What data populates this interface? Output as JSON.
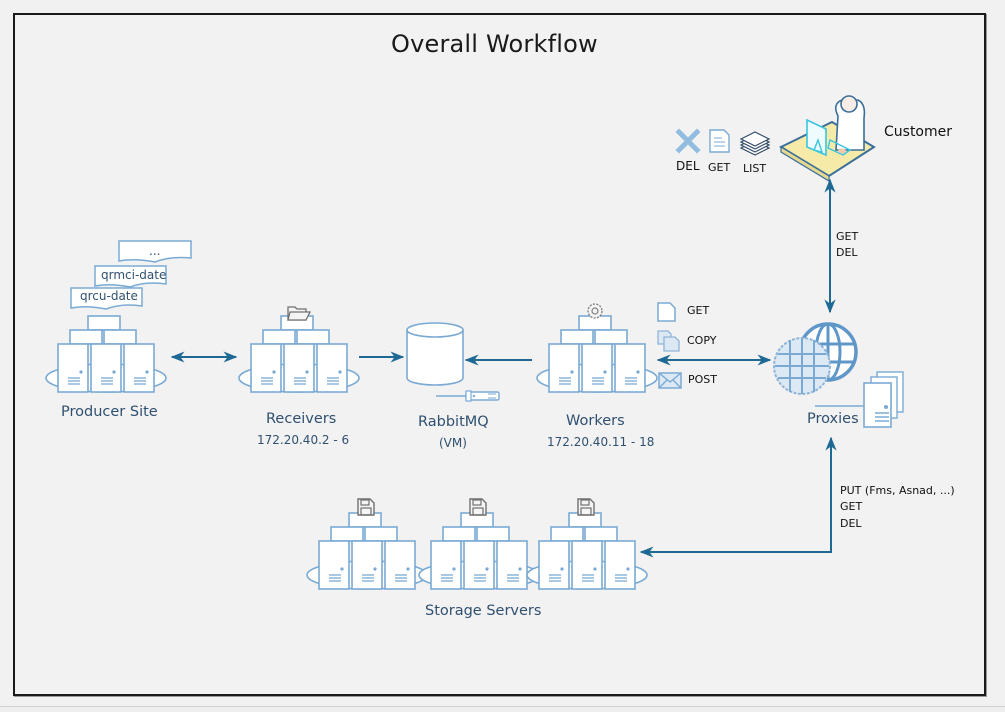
{
  "title": "Overall Workflow",
  "nodes": {
    "producer": {
      "label": "Producer Site",
      "docs": [
        "...",
        "qrmci-date",
        "qrcu-date"
      ]
    },
    "receivers": {
      "label": "Receivers",
      "ip_range": "172.20.40.2 - 6",
      "badge_icon": "folder-icon"
    },
    "rabbitmq": {
      "label": "RabbitMQ",
      "sublabel": "(VM)",
      "icon": "database-cylinder-icon"
    },
    "workers": {
      "label": "Workers",
      "ip_range": "172.20.40.11 - 18",
      "badge_icon": "gear-icon"
    },
    "proxies": {
      "label": "Proxies",
      "icon": "globe-icon"
    },
    "customer": {
      "label": "Customer",
      "icon": "user-at-desk-icon"
    },
    "storage": {
      "label": "Storage Servers",
      "badge_icon": "floppy-disk-icon"
    }
  },
  "worker_ops": [
    {
      "icon": "document-icon",
      "label": "GET"
    },
    {
      "icon": "copy-icon",
      "label": "COPY"
    },
    {
      "icon": "envelope-icon",
      "label": "POST"
    }
  ],
  "customer_ops": [
    {
      "icon": "x-icon",
      "label": "DEL"
    },
    {
      "icon": "document-icon",
      "label": "GET"
    },
    {
      "icon": "stack-icon",
      "label": "LIST"
    }
  ],
  "edges": {
    "customer_proxies": [
      "GET",
      "DEL"
    ],
    "proxies_storage": [
      "PUT (Fms, Asnad, ...)",
      "GET",
      "DEL"
    ]
  },
  "colors": {
    "server_stroke": "#7aaad4",
    "arrow": "#1f6a94",
    "label_text": "#2f5070",
    "background": "#f2f2f2"
  }
}
